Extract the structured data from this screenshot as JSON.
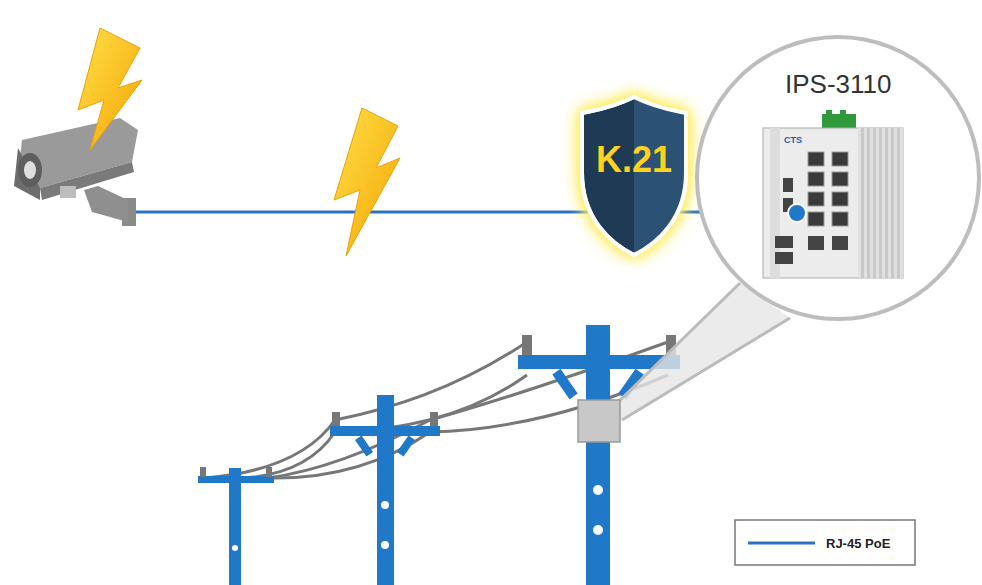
{
  "diagram": {
    "nodes": [
      {
        "text": [
          "K.21"
        ]
      },
      {
        "text": [
          "IPS-3110"
        ]
      }
    ],
    "labels": [
      "CTS"
    ],
    "legend": [
      {
        "text": "RJ-45 PoE"
      }
    ]
  }
}
